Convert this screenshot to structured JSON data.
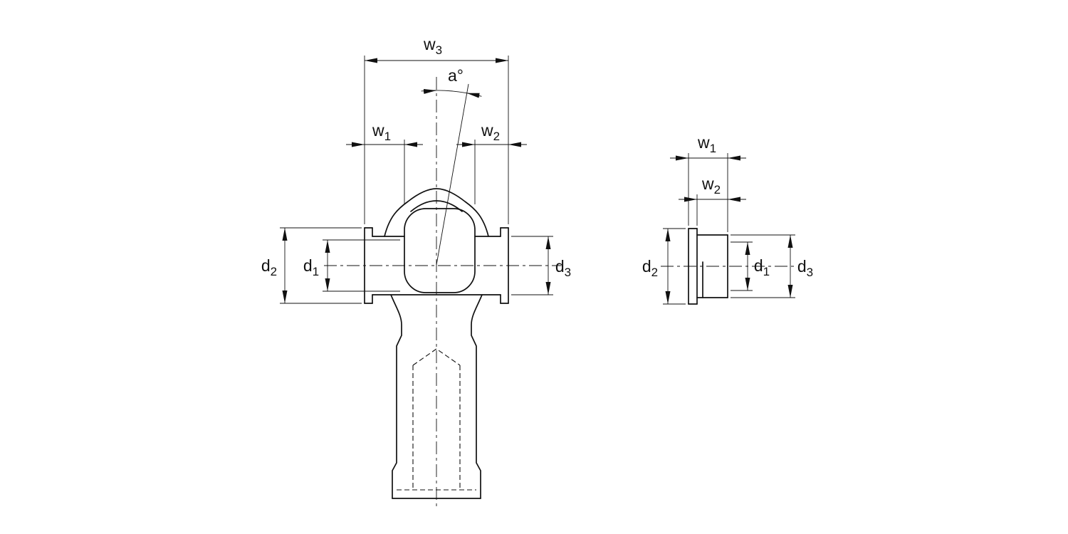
{
  "drawing": {
    "type": "technical-dimension-drawing",
    "colors": {
      "background": "#ffffff",
      "line": "#111111"
    },
    "views": {
      "front": {
        "dimension_labels": [
          "w3",
          "a°",
          "w1",
          "w2",
          "d2",
          "d1",
          "d3"
        ]
      },
      "side": {
        "dimension_labels": [
          "w1",
          "w2",
          "d2",
          "d1",
          "d3"
        ]
      }
    }
  },
  "labels": {
    "w1": {
      "base": "w",
      "sub": "1"
    },
    "w2": {
      "base": "w",
      "sub": "2"
    },
    "w3": {
      "base": "w",
      "sub": "3"
    },
    "angle": {
      "base": "a°",
      "sub": ""
    },
    "d1": {
      "base": "d",
      "sub": "1"
    },
    "d2": {
      "base": "d",
      "sub": "2"
    },
    "d3": {
      "base": "d",
      "sub": "3"
    }
  }
}
